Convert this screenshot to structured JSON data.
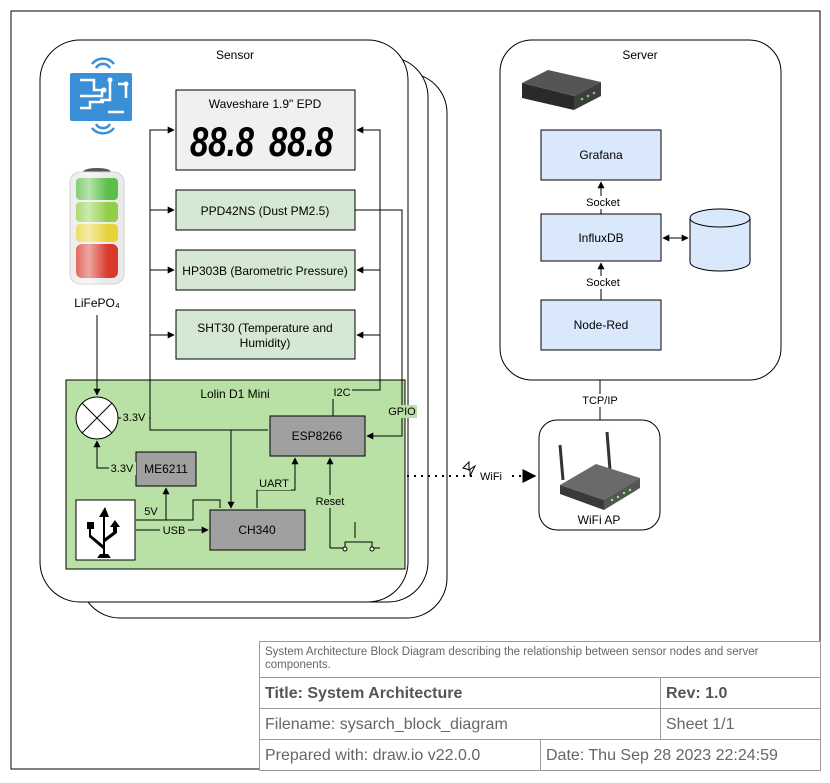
{
  "diagram": {
    "sensor": {
      "title": "Sensor",
      "battery_label": "LiFePO₄",
      "epd_label": "Waveshare 1.9\" EPD",
      "epd_digits_left": "88.8",
      "epd_digits_right": "88.8",
      "dust_label": "PPD42NS (Dust PM2.5)",
      "pressure_label": "HP303B (Barometric Pressure)",
      "sht_label_line1": "SHT30 (Temperature and",
      "sht_label_line2": "Humidity)",
      "board_title": "Lolin D1 Mini",
      "esp_label": "ESP8266",
      "regulator_label": "ME6211",
      "usb_chip_label": "CH340",
      "i2c_label": "I2C",
      "gpio_label": "GPIO",
      "v33_top_label": "3.3V",
      "v33_bottom_label": "3.3V",
      "v5_label": "5V",
      "usb_label": "USB",
      "uart_label": "UART",
      "reset_label": "Reset"
    },
    "wifi_label": "WiFi",
    "wifi_ap_label": "WiFi AP",
    "tcpip_label": "TCP/IP",
    "server": {
      "title": "Server",
      "grafana_label": "Grafana",
      "influx_label": "InfluxDB",
      "nodered_label": "Node-Red",
      "socket_top_label": "Socket",
      "socket_bottom_label": "Socket"
    }
  },
  "title_block": {
    "description": "System Architecture Block Diagram describing the relationship between sensor nodes and server components.",
    "title": "Title: System Architecture",
    "rev": "Rev: 1.0",
    "filename": "Filename: sysarch_block_diagram",
    "sheet": "Sheet 1/1",
    "prepared": "Prepared with: draw.io v22.0.0",
    "date": "Date: Thu Sep 28 2023 22:24:59"
  },
  "colors": {
    "green_fill": "#d5e8d4",
    "board_fill": "#b9e0a5",
    "blue_fill": "#dae8fc",
    "grey_fill": "#a0a0a0",
    "epd_fill": "#f0f0f0"
  }
}
